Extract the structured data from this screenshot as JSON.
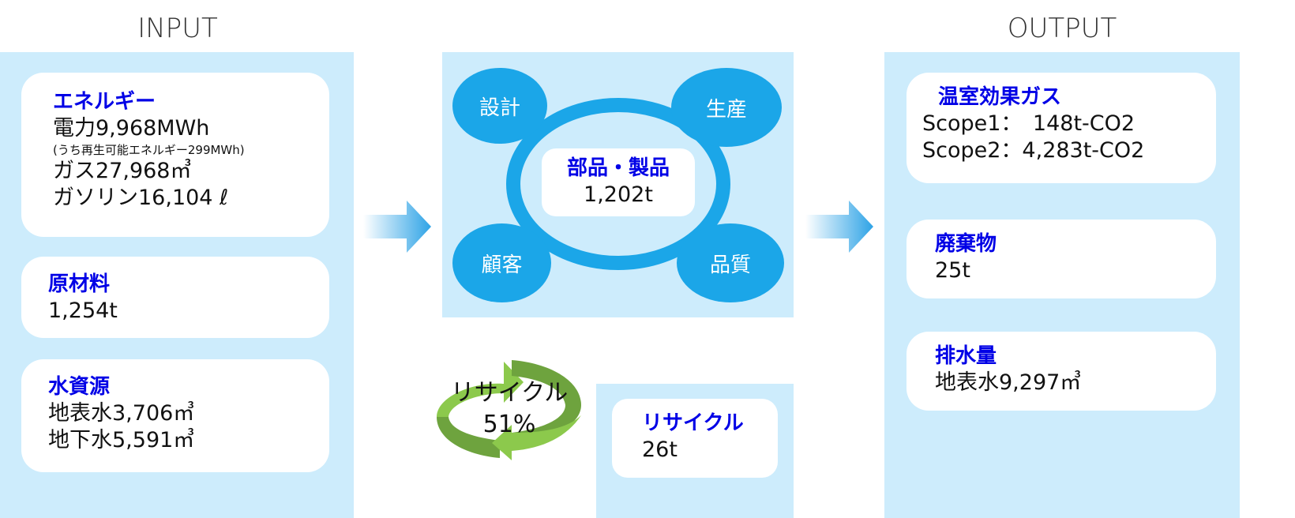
{
  "input": {
    "title": "INPUT",
    "energy": {
      "heading": "エネルギー",
      "electricity": "電力9,968MWh",
      "renewable_note": "(うち再生可能エネルギー299MWh)",
      "gas": "ガス27,968㎥",
      "gasoline": "ガソリン16,104 ℓ"
    },
    "raw_materials": {
      "heading": "原材料",
      "value": "1,254t"
    },
    "water": {
      "heading": "水資源",
      "surface": "地表水3,706㎥",
      "ground": "地下水5,591㎥"
    }
  },
  "process": {
    "stages": [
      "設計",
      "生産",
      "顧客",
      "品質"
    ],
    "center": {
      "heading": "部品・製品",
      "value": "1,202t"
    },
    "recycle_rate": {
      "label": "リサイクル",
      "value": "51%"
    },
    "recycle": {
      "heading": "リサイクル",
      "value": "26t"
    }
  },
  "output": {
    "title": "OUTPUT",
    "ghg": {
      "heading": "温室効果ガス",
      "scope1": "Scope1：　148t-CO2",
      "scope2": "Scope2：4,283t-CO2"
    },
    "waste": {
      "heading": "廃棄物",
      "value": "25t"
    },
    "wastewater": {
      "heading": "排水量",
      "value": "地表水9,297㎥"
    }
  },
  "colors": {
    "panel": "#cdecfc",
    "accent": "#1ba6e8",
    "heading": "#0000e6",
    "recycle_green": "#7ab648"
  }
}
